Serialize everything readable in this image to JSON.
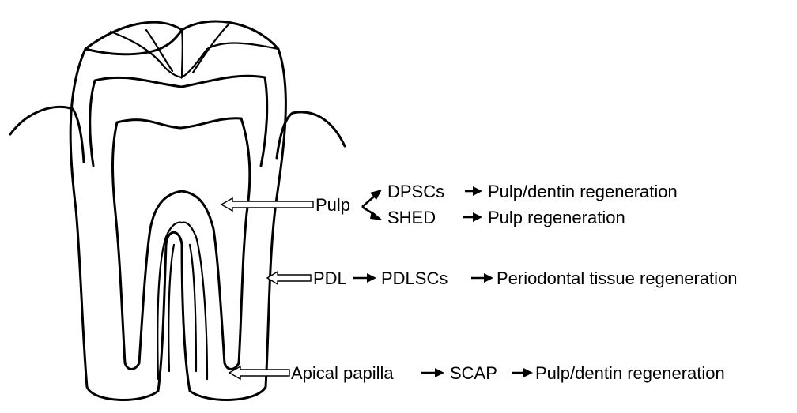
{
  "sources": {
    "pulp": "Pulp",
    "pdl": "PDL",
    "apical": "Apical papilla"
  },
  "cells": {
    "dpscs": "DPSCs",
    "shed": "SHED",
    "pdlscs": "PDLSCs",
    "scap": "SCAP"
  },
  "outcomes": {
    "dpscs": "Pulp/dentin regeneration",
    "shed": "Pulp regeneration",
    "pdlscs": "Periodontal tissue regeneration",
    "scap": "Pulp/dentin regeneration"
  },
  "colors": {
    "line": "#000000",
    "background": "#ffffff"
  }
}
